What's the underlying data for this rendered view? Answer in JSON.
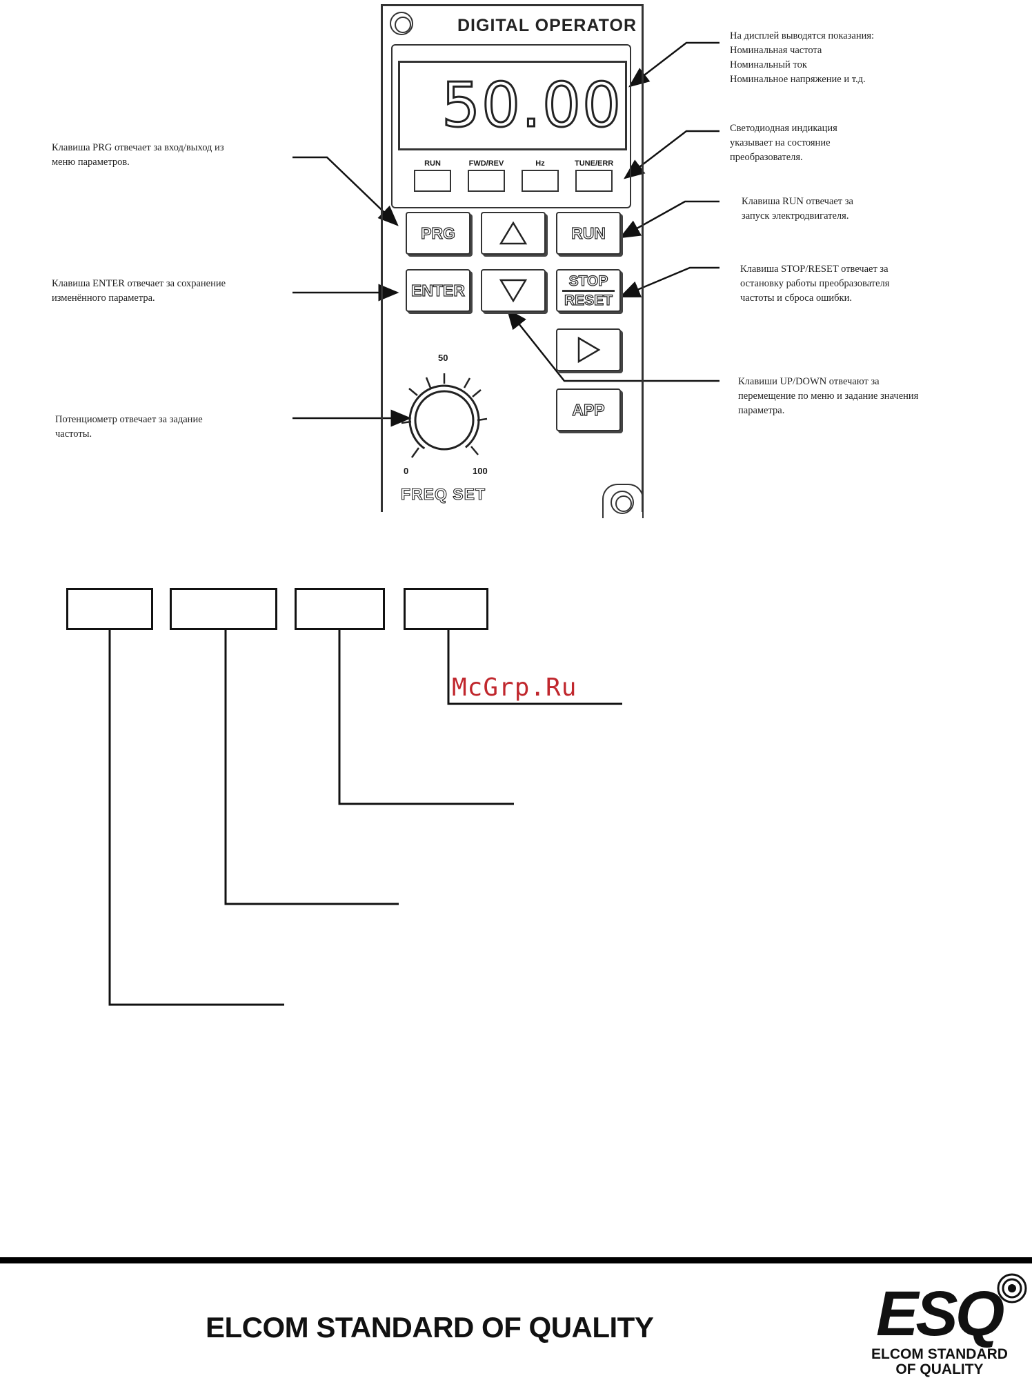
{
  "panel": {
    "title": "DIGITAL   OPERATOR",
    "display_value": "50.00",
    "leds": [
      {
        "label": "RUN"
      },
      {
        "label": "FWD/REV"
      },
      {
        "label": "Hz"
      },
      {
        "label": "TUNE/ERR"
      }
    ],
    "keys": {
      "prg": "PRG",
      "run": "RUN",
      "enter": "ENTER",
      "stop": "STOP",
      "reset": "RESET",
      "app": "APP"
    },
    "knob": {
      "label": "FREQ  SET",
      "min": "0",
      "mid": "50",
      "max": "100"
    }
  },
  "callouts": {
    "display": [
      "На дисплей выводятся показания:",
      "Номинальная частота",
      "Номинальный ток",
      "Номинальное напряжение и т.д."
    ],
    "leds": [
      "Светодиодная индикация",
      "указывает на состояние",
      "преобразователя."
    ],
    "prg": [
      "Клавиша PRG отвечает за вход/выход из",
      "меню параметров."
    ],
    "run": [
      "Клавиша RUN отвечает за",
      "запуск электродвигателя."
    ],
    "enter": [
      "Клавиша ENTER отвечает за сохранение",
      "изменённого параметра."
    ],
    "stop": [
      "Клавиша STOP/RESET отвечает за",
      "остановку работы преобразователя",
      "частоты и сброса ошибки."
    ],
    "updown": [
      "Клавиши UP/DOWN отвечают за",
      "перемещение по меню и задание значения",
      "параметра."
    ],
    "pot": [
      "Потенциометр отвечает за задание",
      "частоты."
    ]
  },
  "watermark": "McGrp.Ru",
  "footer": {
    "slogan": "ELCOM STANDARD OF QUALITY",
    "logo_text": "ESQ",
    "logo_sub_1": "ELCOM STANDARD",
    "logo_sub_2": "OF QUALITY"
  }
}
